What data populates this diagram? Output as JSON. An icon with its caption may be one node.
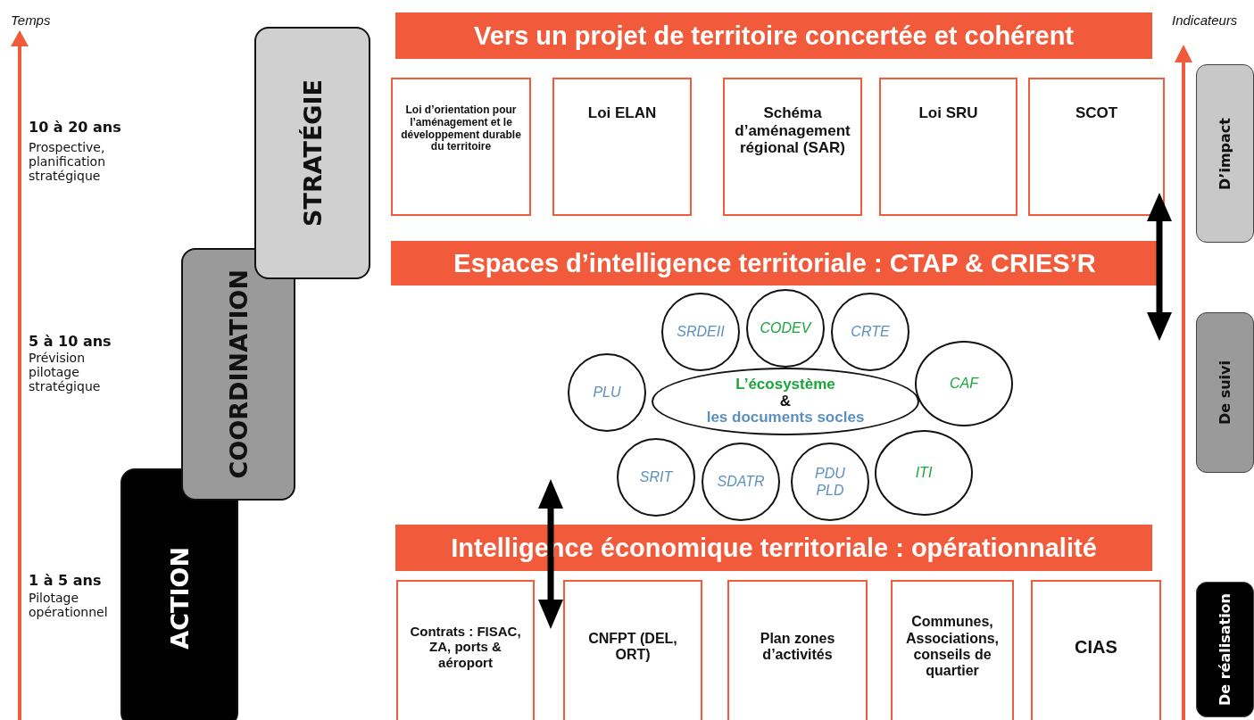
{
  "diagram": {
    "nodes": [
      {
        "text": [
          "STRATÉGIE"
        ]
      },
      {
        "text": [
          "COORDINATION"
        ]
      },
      {
        "text": [
          "ACTION"
        ]
      },
      {
        "text": [
          "Vers un projet de territoire concertée et cohérent"
        ]
      },
      {
        "text": [
          "Loi d’orientation pour l’aménagement et le développement durable du territoire"
        ]
      },
      {
        "text": [
          "Loi ELAN"
        ]
      },
      {
        "text": [
          "Schéma d’aménagement régional (SAR)"
        ]
      },
      {
        "text": [
          "Loi SRU"
        ]
      },
      {
        "text": [
          "SCOT"
        ]
      },
      {
        "text": [
          "Espaces d’intelligence territoriale : CTAP & CRIES’R"
        ]
      },
      {
        "text": [
          "L’écosystème",
          "&",
          "les documents socles"
        ]
      },
      {
        "text": [
          "PLU"
        ]
      },
      {
        "text": [
          "SRDEII"
        ]
      },
      {
        "text": [
          "CODEV"
        ]
      },
      {
        "text": [
          "CRTE"
        ]
      },
      {
        "text": [
          "CAF"
        ]
      },
      {
        "text": [
          "SRIT"
        ]
      },
      {
        "text": [
          "SDATR"
        ]
      },
      {
        "text": [
          "PDU PLD"
        ]
      },
      {
        "text": [
          "ITI"
        ]
      },
      {
        "text": [
          "Intelligence économique territoriale : opérationnalité"
        ]
      },
      {
        "text": [
          "Contrats : FISAC, ZA, ports & aéroport"
        ]
      },
      {
        "text": [
          "CNFPT (DEL, ORT)"
        ]
      },
      {
        "text": [
          "Plan zones d’activités"
        ]
      },
      {
        "text": [
          "Communes, Associations, conseils de quartier"
        ]
      },
      {
        "text": [
          "CIAS"
        ]
      },
      {
        "text": [
          "D’impact"
        ]
      },
      {
        "text": [
          "De suivi"
        ]
      },
      {
        "text": [
          "De réalisation"
        ]
      }
    ],
    "labels": [
      "Temps",
      "Indicateurs",
      "10 à 20 ans",
      "Prospective, planification stratégique",
      "5 à 10 ans",
      "Prévision pilotage stratégique",
      "1 à 5 ans",
      "Pilotage opérationnel"
    ]
  }
}
